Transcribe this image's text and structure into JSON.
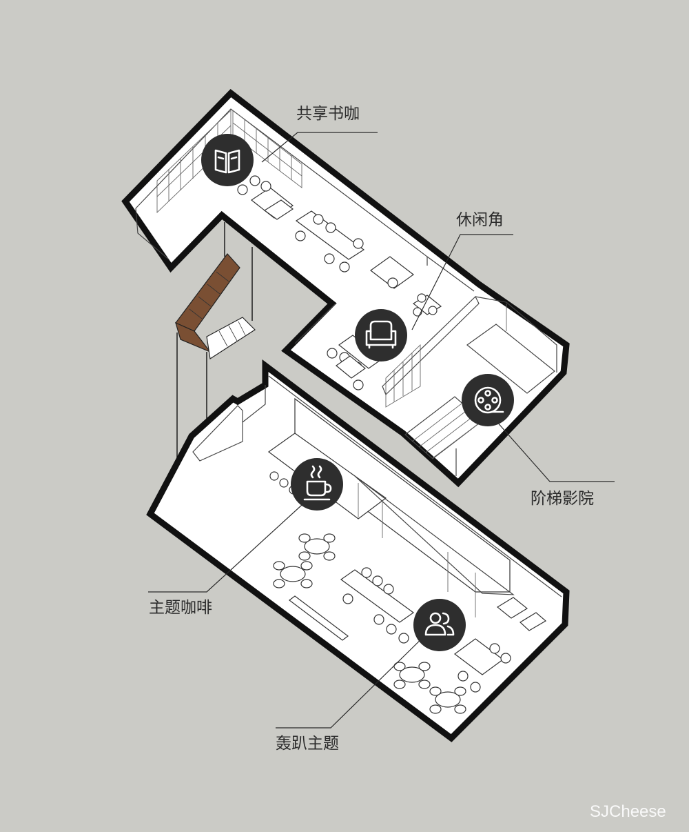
{
  "labels": {
    "book_cafe": "共享书咖",
    "lounge": "休闲角",
    "cinema": "阶梯影院",
    "coffee": "主题咖啡",
    "party": "轰趴主题"
  },
  "icons": {
    "book_cafe": "book-icon",
    "lounge": "armchair-icon",
    "cinema": "film-reel-icon",
    "coffee": "coffee-cup-icon",
    "party": "people-icon"
  },
  "watermark": "SJCheese",
  "colors": {
    "background": "#cbcbc6",
    "floor": "#ffffff",
    "walls": "#111111",
    "badge": "#2e2e2e",
    "stair_wood": "#7a4f33"
  }
}
